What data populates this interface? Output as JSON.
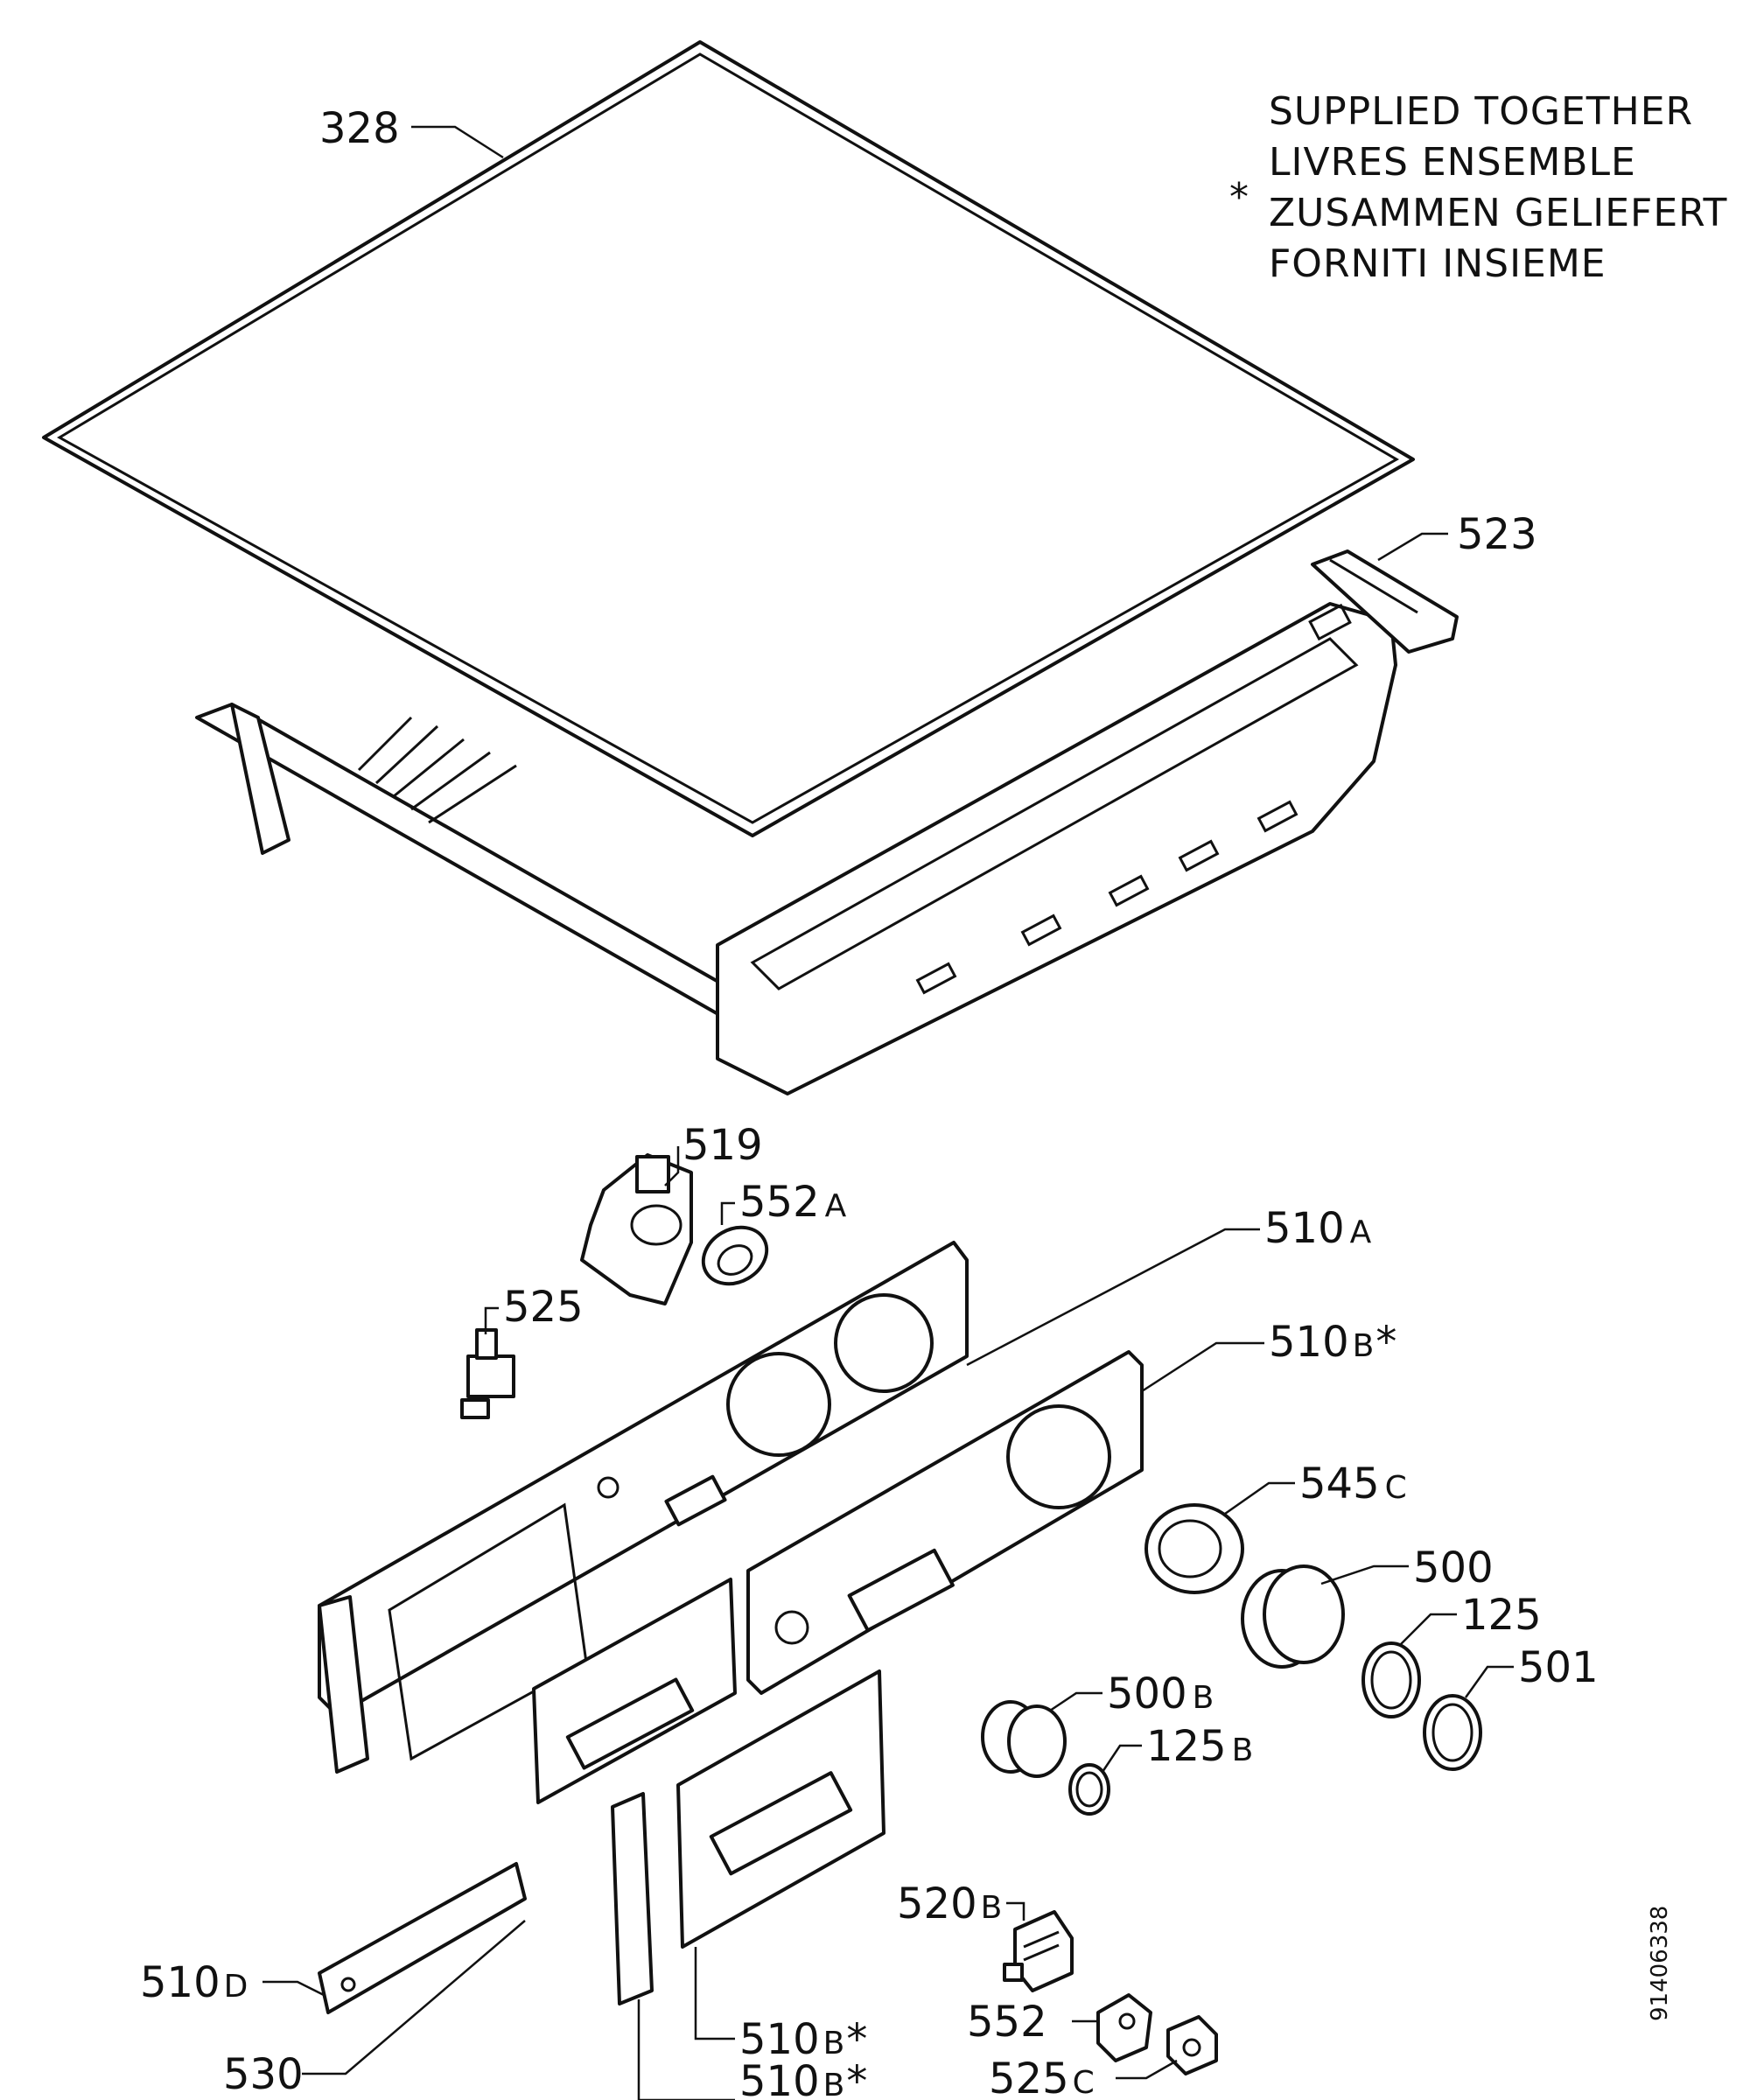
{
  "note": {
    "star": "*",
    "lines": [
      "SUPPLIED TOGETHER",
      "LIVRES ENSEMBLE",
      "ZUSAMMEN GELIEFERT",
      "FORNITI INSIEME"
    ]
  },
  "doc_id": "91406338",
  "labels": {
    "p328": {
      "num": "328"
    },
    "p523": {
      "num": "523"
    },
    "p519": {
      "num": "519"
    },
    "p552a": {
      "num": "552",
      "suffix": "A"
    },
    "p525": {
      "num": "525"
    },
    "p510a": {
      "num": "510",
      "suffix": "A"
    },
    "p510b_1": {
      "num": "510",
      "suffix": "B",
      "star": "*"
    },
    "p545c": {
      "num": "545",
      "suffix": "C"
    },
    "p500": {
      "num": "500"
    },
    "p125": {
      "num": "125"
    },
    "p501": {
      "num": "501"
    },
    "p500b": {
      "num": "500",
      "suffix": "B"
    },
    "p125b": {
      "num": "125",
      "suffix": "B"
    },
    "p510d": {
      "num": "510",
      "suffix": "D"
    },
    "p530": {
      "num": "530"
    },
    "p520b": {
      "num": "520",
      "suffix": "B"
    },
    "p510b_2": {
      "num": "510",
      "suffix": "B",
      "star": "*"
    },
    "p510b_3": {
      "num": "510",
      "suffix": "B",
      "star": "*"
    },
    "p552": {
      "num": "552"
    },
    "p525c": {
      "num": "525",
      "suffix": "C"
    }
  }
}
